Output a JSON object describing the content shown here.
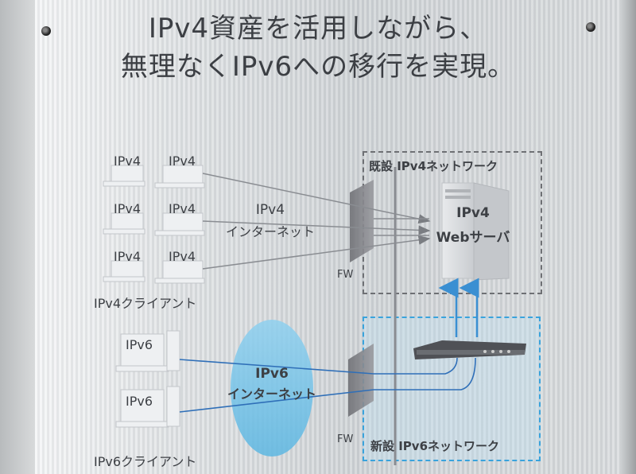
{
  "title": {
    "line1": "IPv4資産を活用しながら、",
    "line2": "無理なくIPv6への移行を実現。"
  },
  "ipv4_clients": {
    "pc_labels": [
      "IPv4",
      "IPv4",
      "IPv4",
      "IPv4",
      "IPv4",
      "IPv4"
    ],
    "group_label": "IPv4クライアント"
  },
  "ipv6_clients": {
    "pc_labels": [
      "IPv6",
      "IPv6"
    ],
    "group_label": "IPv6クライアント"
  },
  "ipv4_internet": {
    "line1": "IPv4",
    "line2": "インターネット"
  },
  "ipv6_internet": {
    "line1": "IPv6",
    "line2": "インターネット"
  },
  "firewalls": {
    "top": "FW",
    "bottom": "FW"
  },
  "existing_network": {
    "label": "既設 IPv4ネットワーク"
  },
  "new_network": {
    "label": "新設 IPv6ネットワーク"
  },
  "web_server": {
    "line1": "IPv4",
    "line2": "Webサーバ"
  },
  "colors": {
    "ipv4_line": "#8a8d92",
    "ipv6_line": "#2f6fb8",
    "ipv6_cloud": "#7cc7ea",
    "new_network_border": "#3aa3dc",
    "arrow_up": "#3a8fd2"
  }
}
